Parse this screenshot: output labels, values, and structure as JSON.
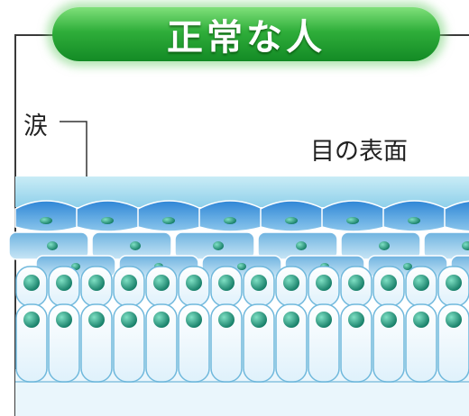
{
  "title": "正常な人",
  "labels": {
    "tear": "涙",
    "eye_surface": "目の表面"
  },
  "colors": {
    "title_green": "#2fae3a",
    "tear_film": "#a7d8ea",
    "cell_blue": "#8fc6e6",
    "nucleus": "#27a88a",
    "cell_white": "#f2fbff"
  }
}
